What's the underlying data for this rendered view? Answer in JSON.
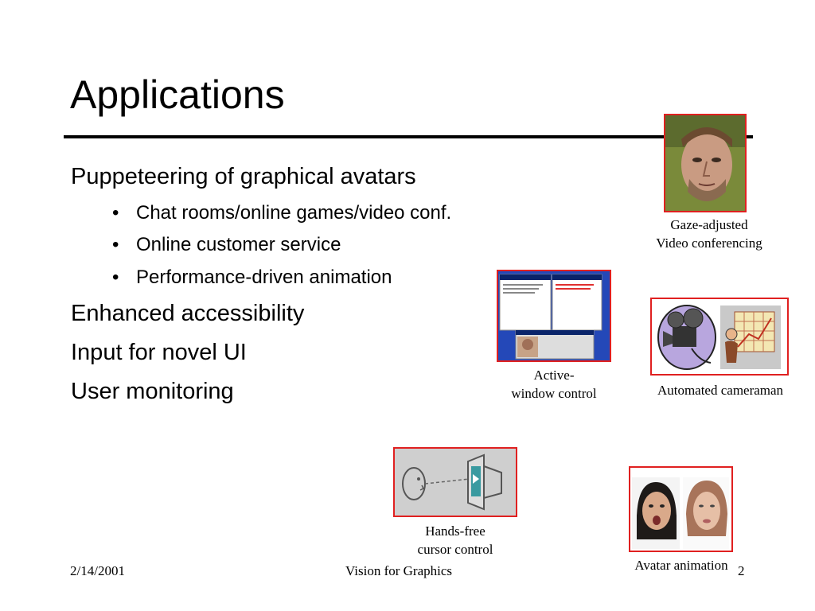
{
  "slide": {
    "title": "Applications",
    "items": [
      {
        "text": "Puppeteering of graphical avatars",
        "subitems": [
          "Chat rooms/online games/video conf.",
          "Online customer service",
          "Performance-driven animation"
        ]
      },
      {
        "text": "Enhanced accessibility"
      },
      {
        "text": "Input for novel UI"
      },
      {
        "text": "User monitoring"
      }
    ],
    "bullet_glyph": "•"
  },
  "figures": {
    "gaze": {
      "line1": "Gaze-adjusted",
      "line2": "Video conferencing"
    },
    "active_window": {
      "line1": "Active-",
      "line2": "window control"
    },
    "cameraman": {
      "caption": "Automated cameraman"
    },
    "hands_free": {
      "line1": "Hands-free",
      "line2": "cursor control"
    },
    "avatar": {
      "caption": "Avatar animation"
    }
  },
  "footer": {
    "date": "2/14/2001",
    "center": "Vision for Graphics",
    "page": "2"
  }
}
